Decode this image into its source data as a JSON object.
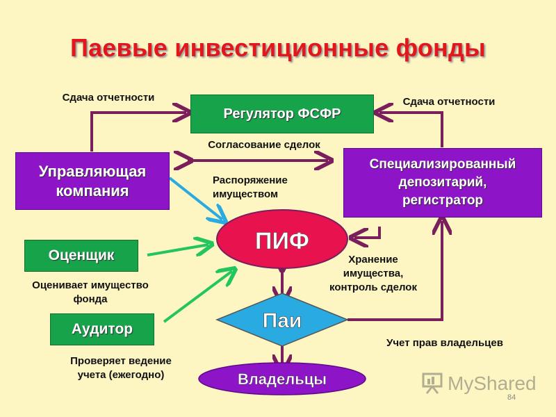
{
  "title": "Паевые инвестиционные фонды",
  "nodes": {
    "regulator": "Регулятор ФСФР",
    "management_line1": "Управляющая",
    "management_line2": "компания",
    "depositary_line1": "Специализированный",
    "depositary_line2": "депозитарий,",
    "depositary_line3": "регистратор",
    "pif": "ПИФ",
    "appraiser": "Оценщик",
    "auditor": "Аудитор",
    "units": "Паи",
    "owners": "Владельцы"
  },
  "labels": {
    "reporting_left": "Сдача отчетности",
    "reporting_right": "Сдача отчетности",
    "deal_approval": "Согласование сделок",
    "disposal_line1": "Распоряжение",
    "disposal_line2": "имуществом",
    "storage_line1": "Хранение",
    "storage_line2": "имущества,",
    "storage_line3": "контроль сделок",
    "appraise_line1": "Оценивает имущество",
    "appraise_line2": "фонда",
    "audit_line1": "Проверяет ведение",
    "audit_line2": "учета (ежегодно)",
    "ownership": "Учет прав владельцев"
  },
  "watermark": "MyShared",
  "page_number": "84",
  "colors": {
    "title": "#E2161B",
    "background": "#FDF6C3",
    "green_box": "#16A34A",
    "purple_box": "#8E14C7",
    "pif_fill": "#E8124F",
    "units_fill": "#29ABE2",
    "connector_purple": "#7A1E5C",
    "arrow_green": "#22C55E",
    "arrow_blue": "#29ABE2"
  }
}
